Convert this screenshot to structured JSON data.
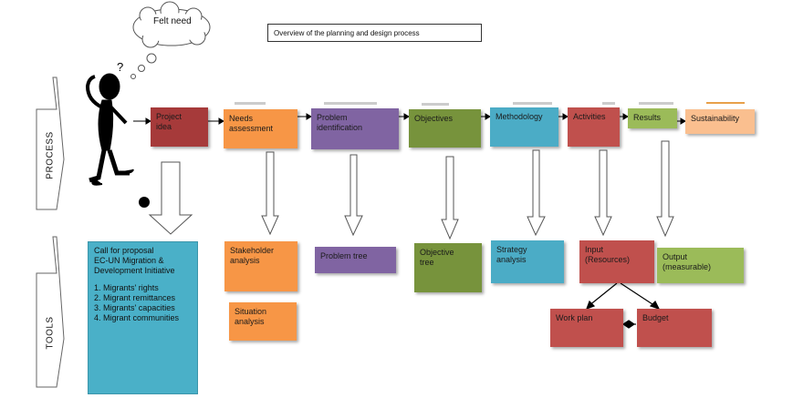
{
  "title": "Overview of the planning and design process",
  "cloud_label": "Felt need",
  "question_mark": "?",
  "left_tabs": {
    "process": "PROCESS",
    "tools": "TOOLS"
  },
  "process_steps": [
    {
      "label": "Project\nidea",
      "color": "#a63a3a"
    },
    {
      "label": "Needs\nassessment",
      "color": "#f79646"
    },
    {
      "label": "Problem\nidentification",
      "color": "#8064a2"
    },
    {
      "label": "Objectives",
      "color": "#77933c"
    },
    {
      "label": "Methodology",
      "color": "#4bacc6"
    },
    {
      "label": "Activities",
      "color": "#c0504d"
    },
    {
      "label": "Results",
      "color": "#9bbb59"
    },
    {
      "label": "Sustainability",
      "color": "#fabf8f"
    }
  ],
  "tools": {
    "call": {
      "title": "Call for proposal\nEC-UN Migration &\nDevelopment Initiative",
      "items": [
        "1. Migrants' rights",
        "2. Migrant remittances",
        "3. Migrants' capacities",
        "4. Migrant communities"
      ]
    },
    "stakeholder": "Stakeholder\nanalysis",
    "situation": "Situation\nanalysis",
    "problem_tree": "Problem tree",
    "objective_tree": "Objective\ntree",
    "strategy": "Strategy\nanalysis",
    "input": "Input\n(Resources)",
    "output": "Output\n(measurable)",
    "work_plan": "Work plan",
    "budget": "Budget"
  }
}
